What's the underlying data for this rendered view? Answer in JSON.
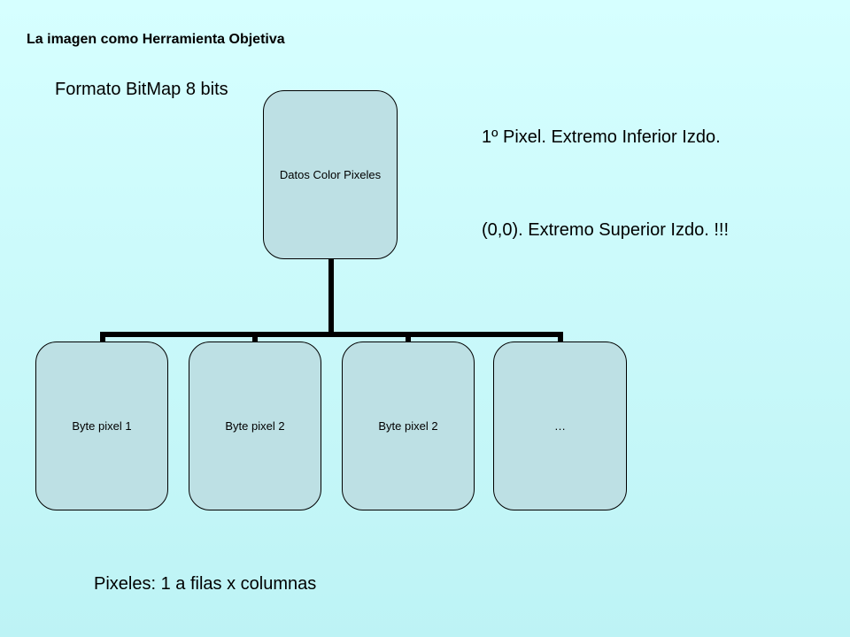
{
  "slide": {
    "title": "La imagen como Herramienta Objetiva",
    "format_label": "Formato BitMap 8 bits",
    "note_first_pixel": "1º Pixel. Extremo Inferior Izdo.",
    "note_origin": "(0,0). Extremo Superior Izdo. !!!",
    "pixels_label": "Pixeles: 1 a filas x columnas"
  },
  "diagram": {
    "root": "Datos Color Pixeles",
    "children": [
      "Byte pixel 1",
      "Byte pixel 2",
      "Byte pixel 2",
      "…"
    ],
    "box_color": "#bde0e4",
    "line_color": "#000000"
  }
}
